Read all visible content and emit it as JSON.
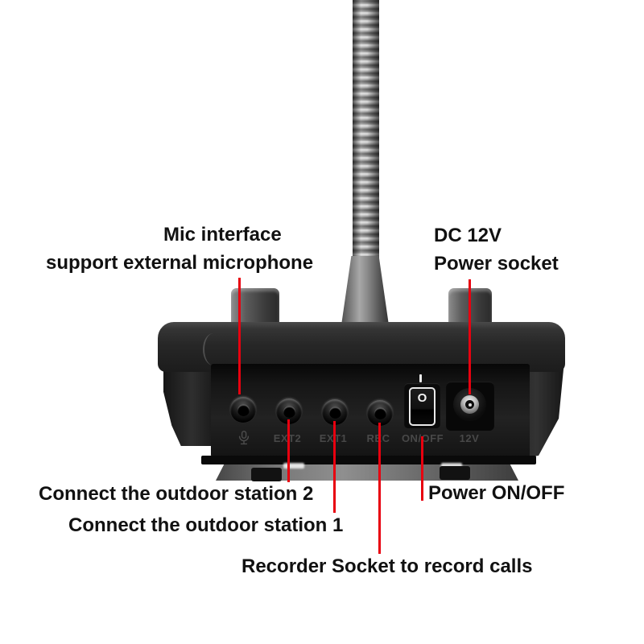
{
  "annotations": {
    "mic_interface": {
      "line1": "Mic interface",
      "line2": "support external microphone"
    },
    "power_socket": {
      "line1": "DC 12V",
      "line2": "Power socket"
    },
    "outdoor_station_2": "Connect the outdoor station 2",
    "outdoor_station_1": "Connect the outdoor station 1",
    "power_onoff": "Power ON/OFF",
    "recorder_socket": "Recorder Socket to record calls"
  },
  "device": {
    "port_labels": {
      "mic": "microphone-symbol",
      "ext2": "EXT2",
      "ext1": "EXT1",
      "rec": "REC",
      "onoff": "ON/OFF",
      "v12": "12V"
    },
    "switch": {
      "off_mark": "O",
      "on_mark": "|"
    }
  },
  "colors": {
    "leader_line": "#e8000f",
    "annotation_text": "#111111",
    "background": "#ffffff"
  }
}
